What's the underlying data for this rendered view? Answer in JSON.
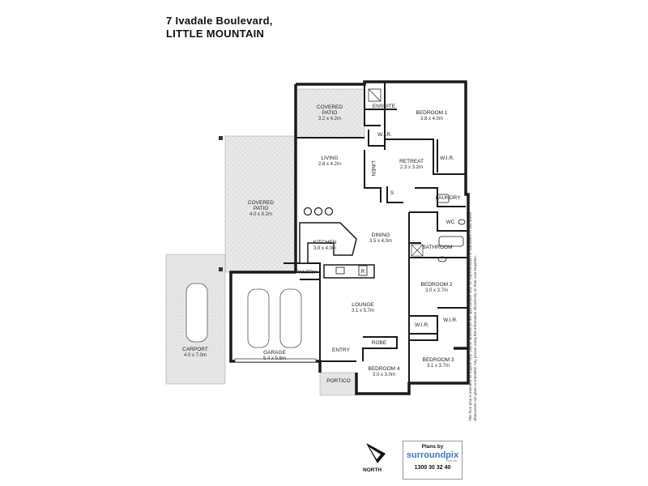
{
  "header": {
    "address_line1": "7 Ivadale Boulevard,",
    "address_line2": "LITTLE MOUNTAIN"
  },
  "rooms": {
    "covered_patio_top": {
      "label": "COVERED",
      "label2": "PATIO",
      "dim": "3.2 x 4.2m"
    },
    "ensuite": {
      "label": "ENSUITE"
    },
    "bedroom1": {
      "label": "BEDROOM 1",
      "dim": "3.8 x 4.0m"
    },
    "wir1": {
      "label": "W.I.R."
    },
    "wir_right": {
      "label": "W.I.R."
    },
    "retreat": {
      "label": "RETREAT",
      "dim": "2.3 x 3.2m"
    },
    "living": {
      "label": "LIVING",
      "dim": "2.8 x 4.2m"
    },
    "linen": {
      "label": "LINEN"
    },
    "s": {
      "label": "S"
    },
    "laundry": {
      "label": "LAUNDRY"
    },
    "wc": {
      "label": "WC"
    },
    "covered_patio_left": {
      "label": "COVERED",
      "label2": "PATIO",
      "dim": "4.0 x 8.2m"
    },
    "dining": {
      "label": "DINING",
      "dim": "3.5 x 4.0m"
    },
    "kitchen": {
      "label": "KITCHEN",
      "dim": "3.8 x 4.0m"
    },
    "bathroom": {
      "label": "BATHROOM"
    },
    "pantry": {
      "label": "PANTRY"
    },
    "r": {
      "label": "R"
    },
    "bedroom2": {
      "label": "BEDROOM 2",
      "dim": "3.0 x 3.7m"
    },
    "lounge": {
      "label": "LOUNGE",
      "dim": "3.1 x 5.7m"
    },
    "wir2": {
      "label": "W.I.R."
    },
    "wir3": {
      "label": "W.I.R."
    },
    "carport": {
      "label": "CARPORT",
      "dim": "4.0 x 7.0m"
    },
    "garage": {
      "label": "GARAGE",
      "dim": "5.4 x 5.6m"
    },
    "robe": {
      "label": "ROBE"
    },
    "entry": {
      "label": "ENTRY"
    },
    "bedroom4": {
      "label": "BEDROOM 4",
      "dim": "3.0 x 3.0m"
    },
    "bedroom3": {
      "label": "BEDROOM 3",
      "dim": "3.1 x 3.7m"
    },
    "portico": {
      "label": "PORTICO"
    }
  },
  "compass": {
    "label": "NORTH"
  },
  "brand": {
    "plans_by": "Plans by",
    "name": "surroundpix",
    "domain": "com.au",
    "phone": "1300 30 32 40"
  },
  "disclaimer": "This floor plan is intended as a guide only. Layout dimensions are approximate only. No representation or warranties of any nature whatsoever are given or intended. Any person using this information should rely on their own enquiries."
}
